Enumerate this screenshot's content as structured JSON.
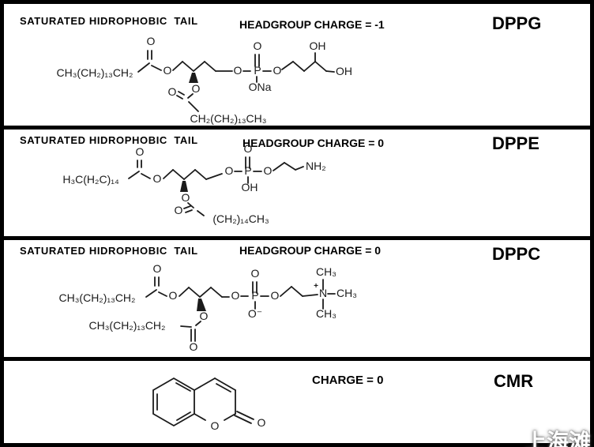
{
  "watermark": "上海滩",
  "panels": [
    {
      "tail_label": "SATURATED HIDROPHOBIC  TAIL",
      "charge_label": "HEADGROUP CHARGE = -1",
      "name": "DPPG",
      "atoms": {
        "tail1": "CH₃(CH₂)₁₃CH₂",
        "carbonyl1_o": "O",
        "ester1_o": "O",
        "ester2_o": "O",
        "carbonyl2_o": "O",
        "tail2": "CH₂(CH₂)₁₃CH₃",
        "po_left": "O",
        "p": "P",
        "p_top_o": "O",
        "p_bottom": "ONa",
        "po_right": "O",
        "oh_mid": "OH",
        "oh_end": "OH"
      }
    },
    {
      "tail_label": "SATURATED HIDROPHOBIC  TAIL",
      "charge_label": "HEADGROUP CHARGE = 0",
      "name": "DPPE",
      "atoms": {
        "tail1": "H₃C(H₂C)₁₄",
        "carbonyl1_o": "O",
        "ester1_o": "O",
        "ester2_o": "O",
        "carbonyl2_o": "O",
        "tail2": "(CH₂)₁₄CH₃",
        "po_left": "O",
        "p": "P",
        "p_top_o": "O",
        "p_bottom": "OH",
        "po_right": "O",
        "amine": "NH₂"
      }
    },
    {
      "tail_label": "SATURATED HIDROPHOBIC  TAIL",
      "charge_label": "HEADGROUP CHARGE = 0",
      "name": "DPPC",
      "atoms": {
        "tail1": "CH₃(CH₂)₁₃CH₂",
        "tail2": "CH₃(CH₂)₁₃CH₂",
        "carbonyl1_o": "O",
        "ester1_o": "O",
        "ester2_o": "O",
        "carbonyl2_o": "O",
        "po_left": "O",
        "p": "P",
        "p_top_o": "O",
        "p_bottom": "O⁻",
        "po_right": "O",
        "n": "N",
        "n_charge": "+",
        "ch3_top": "CH₃",
        "ch3_right": "CH₃",
        "ch3_bottom": "CH₃"
      }
    },
    {
      "charge_label": "CHARGE = 0",
      "name": "CMR",
      "atoms": {
        "ring_o": "O",
        "carbonyl_o": "O"
      }
    }
  ]
}
